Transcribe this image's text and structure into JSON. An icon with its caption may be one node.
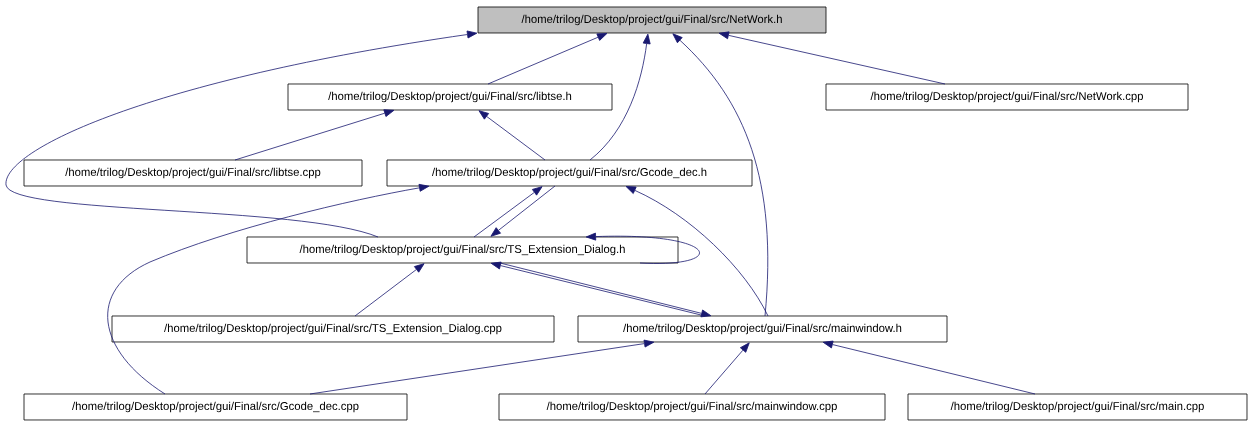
{
  "diagram": {
    "nodes": [
      {
        "text": [
          "/home/trilog/Desktop/project/gui/Final/src/NetWork.h"
        ]
      },
      {
        "text": [
          "/home/trilog/Desktop/project/gui/Final/src/libtse.h"
        ]
      },
      {
        "text": [
          "/home/trilog/Desktop/project/gui/Final/src/NetWork.cpp"
        ]
      },
      {
        "text": [
          "/home/trilog/Desktop/project/gui/Final/src/libtse.cpp"
        ]
      },
      {
        "text": [
          "/home/trilog/Desktop/project/gui/Final/src/Gcode_dec.h"
        ]
      },
      {
        "text": [
          "/home/trilog/Desktop/project/gui/Final/src/TS_Extension_Dialog.h"
        ]
      },
      {
        "text": [
          "/home/trilog/Desktop/project/gui/Final/src/TS_Extension_Dialog.cpp"
        ]
      },
      {
        "text": [
          "/home/trilog/Desktop/project/gui/Final/src/mainwindow.h"
        ]
      },
      {
        "text": [
          "/home/trilog/Desktop/project/gui/Final/src/Gcode_dec.cpp"
        ]
      },
      {
        "text": [
          "/home/trilog/Desktop/project/gui/Final/src/mainwindow.cpp"
        ]
      },
      {
        "text": [
          "/home/trilog/Desktop/project/gui/Final/src/main.cpp"
        ]
      }
    ],
    "edges": [
      {
        "from": 1,
        "to": 0,
        "arrow": "to"
      },
      {
        "from": 2,
        "to": 0,
        "arrow": "to"
      },
      {
        "from": 3,
        "to": 1,
        "arrow": "to"
      },
      {
        "from": 4,
        "to": 1,
        "arrow": "to"
      },
      {
        "from": 4,
        "to": 0,
        "arrow": "to"
      },
      {
        "from": 5,
        "to": 0,
        "arrow": "to"
      },
      {
        "from": 4,
        "to": 5,
        "arrow": "to"
      },
      {
        "from": 5,
        "to": 4,
        "arrow": "to"
      },
      {
        "from": 5,
        "to": 5,
        "arrow": "to"
      },
      {
        "from": 6,
        "to": 5,
        "arrow": "to"
      },
      {
        "from": 7,
        "to": 5,
        "arrow": "to"
      },
      {
        "from": 5,
        "to": 7,
        "arrow": "to"
      },
      {
        "from": 7,
        "to": 4,
        "arrow": "to"
      },
      {
        "from": 7,
        "to": 0,
        "arrow": "to"
      },
      {
        "from": 8,
        "to": 4,
        "arrow": "to"
      },
      {
        "from": 8,
        "to": 7,
        "arrow": "to"
      },
      {
        "from": 9,
        "to": 7,
        "arrow": "to"
      },
      {
        "from": 10,
        "to": 7,
        "arrow": "to"
      }
    ]
  }
}
